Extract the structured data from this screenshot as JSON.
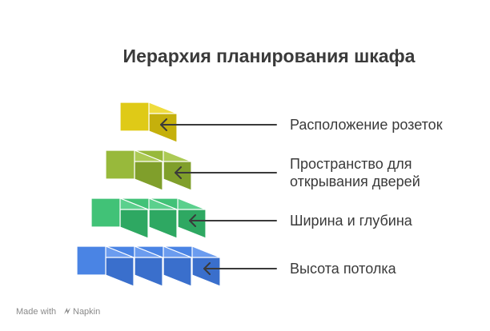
{
  "title": "Иерархия планирования шкафа",
  "levels": [
    {
      "lines": [
        "Расположение розеток"
      ],
      "cubes": 1,
      "colors": {
        "front": "#dfca17",
        "top": "#efdc3d",
        "side": "#c5b00c"
      }
    },
    {
      "lines": [
        "Пространство для",
        "открывания дверей"
      ],
      "cubes": 2,
      "colors": {
        "front": "#98b93b",
        "top": "#acca55",
        "side": "#809f2b"
      }
    },
    {
      "lines": [
        "Ширина и глубина"
      ],
      "cubes": 3,
      "colors": {
        "front": "#41c277",
        "top": "#5bd08d",
        "side": "#2ea862"
      }
    },
    {
      "lines": [
        "Высота потолка"
      ],
      "cubes": 4,
      "colors": {
        "front": "#4a84e4",
        "top": "#6b9cef",
        "side": "#3a6fcc"
      }
    }
  ],
  "footer": {
    "made_with": "Made with",
    "brand": "Napkin"
  }
}
